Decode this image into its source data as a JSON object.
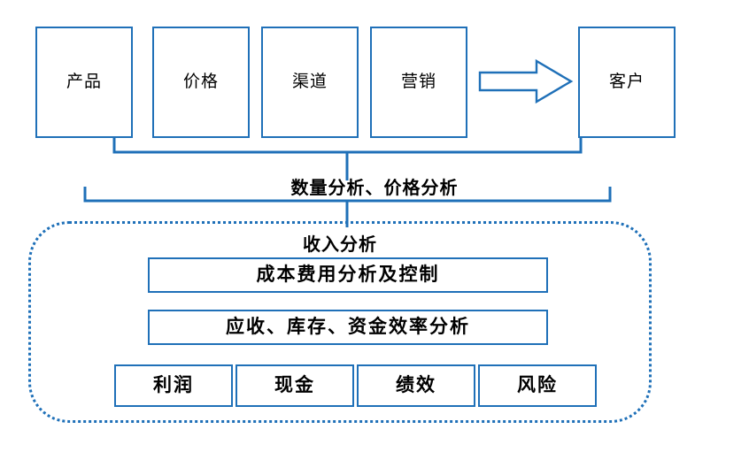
{
  "diagram": {
    "title_visible": false,
    "accent_color": "#1f70b8",
    "text_color": "#000000",
    "background_color": "#ffffff",
    "top_row": {
      "boxes": [
        {
          "label": "产品"
        },
        {
          "label": "价格"
        },
        {
          "label": "渠道"
        },
        {
          "label": "营销"
        }
      ],
      "arrow": {
        "name": "right-block-arrow",
        "direction": "right"
      },
      "target_box": {
        "label": "客户"
      }
    },
    "connector_upper": {
      "name": "upper-brace",
      "spans": "产品 → 客户"
    },
    "middle_caption": "数量分析、价格分析",
    "connector_lower": {
      "name": "lower-brace",
      "spans": "收入分析 panel"
    },
    "panel": {
      "title": "收入分析",
      "bars": [
        {
          "label": "成本费用分析及控制"
        },
        {
          "label": "应收、库存、资金效率分析"
        }
      ],
      "metrics": [
        {
          "label": "利润"
        },
        {
          "label": "现金"
        },
        {
          "label": "绩效"
        },
        {
          "label": "风险"
        }
      ]
    }
  }
}
